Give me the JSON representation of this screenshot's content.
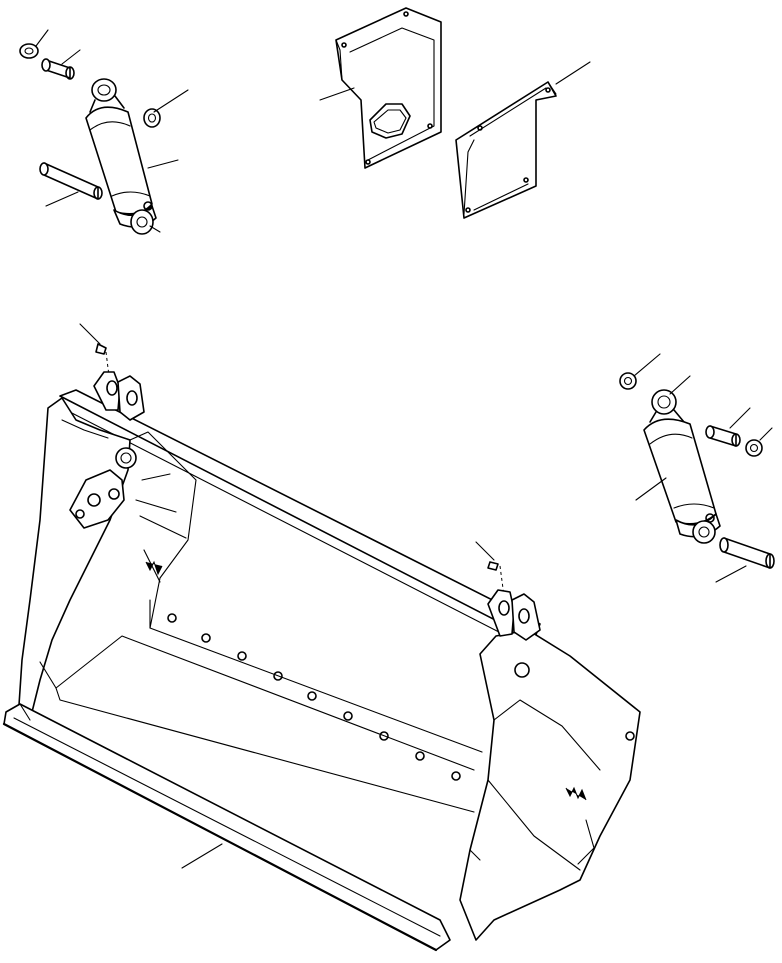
{
  "diagram": {
    "kind": "exploded-parts-view",
    "parts": [
      {
        "name": "bucket"
      },
      {
        "name": "hydraulic-cylinder-left"
      },
      {
        "name": "hydraulic-cylinder-right"
      },
      {
        "name": "cover-plate-left"
      },
      {
        "name": "cover-plate-right"
      },
      {
        "name": "pin"
      },
      {
        "name": "washer"
      },
      {
        "name": "grease-fitting"
      }
    ],
    "colors": {
      "line": "#000000",
      "background": "#ffffff"
    }
  }
}
